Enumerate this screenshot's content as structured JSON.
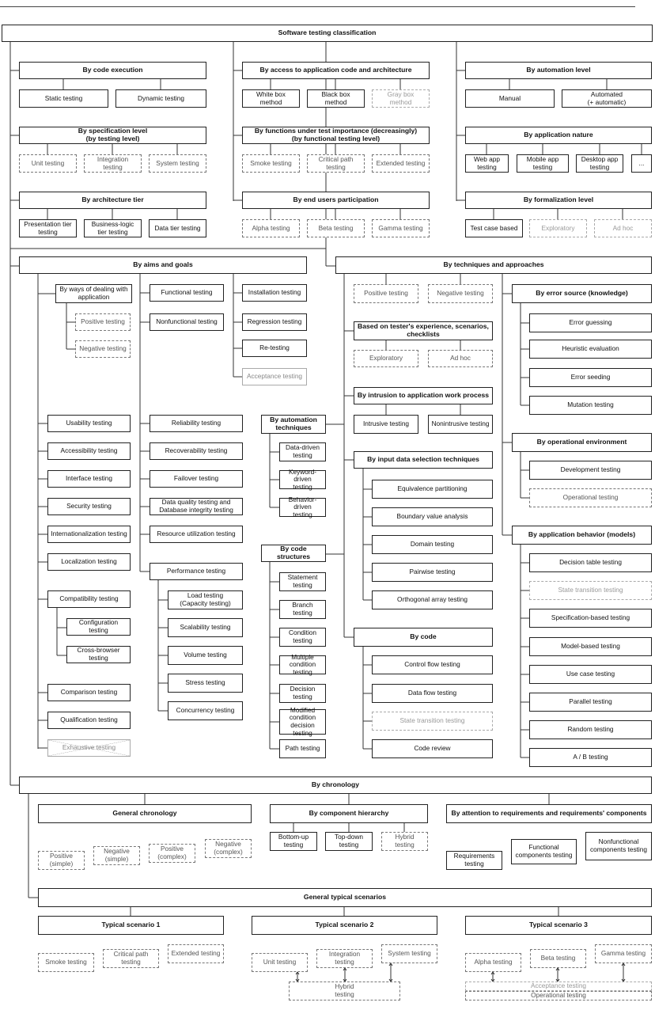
{
  "root": "Software testing classification",
  "code_exec": {
    "title": "By code execution",
    "items": [
      "Static testing",
      "Dynamic testing"
    ]
  },
  "access": {
    "title": "By access to application code and architecture",
    "items": [
      "White box\nmethod",
      "Black box\nmethod",
      "Gray box\nmethod"
    ]
  },
  "automation_level": {
    "title": "By automation level",
    "items": [
      "Manual",
      "Automated\n(+ automatic)"
    ]
  },
  "spec_level": {
    "title": "By specification level\n(by testing level)",
    "items": [
      "Unit testing",
      "Integration\ntesting",
      "System testing"
    ]
  },
  "functions_importance": {
    "title": "By functions under test importance (decreasingly)\n(by functional testing level)",
    "items": [
      "Smoke testing",
      "Critical path\ntesting",
      "Extended testing"
    ]
  },
  "app_nature": {
    "title": "By application nature",
    "items": [
      "Web app\ntesting",
      "Mobile app\ntesting",
      "Desktop app\ntesting",
      "..."
    ]
  },
  "arch_tier": {
    "title": "By architecture tier",
    "items": [
      "Presentation tier\ntesting",
      "Business-logic\ntier testing",
      "Data tier testing"
    ]
  },
  "end_users": {
    "title": "By end users participation",
    "items": [
      "Alpha testing",
      "Beta testing",
      "Gamma testing"
    ]
  },
  "formalization": {
    "title": "By formalization level",
    "items": [
      "Test case based",
      "Exploratory",
      "Ad hoc"
    ]
  },
  "aims": {
    "title": "By aims and goals",
    "ways": "By ways of dealing with\napplication",
    "ways_items": [
      "Positive testing",
      "Negative testing"
    ],
    "col_a": [
      "Usability testing",
      "Accessibility testing",
      "Interface testing",
      "Security testing",
      "Internationalization testing",
      "Localization testing",
      "Compatibility testing",
      "Comparison testing",
      "Qualification testing",
      "Exhaustive testing"
    ],
    "compat_items": [
      "Configuration\ntesting",
      "Cross-browser\ntesting"
    ],
    "col_b_top": [
      "Functional testing",
      "Nonfunctional testing"
    ],
    "col_b": [
      "Reliability testing",
      "Recoverability testing",
      "Failover testing",
      "Data quality testing and\nDatabase integrity testing",
      "Resource utilization testing",
      "Performance testing"
    ],
    "perf_items": [
      "Load testing\n(Capacity testing)",
      "Scalability testing",
      "Volume testing",
      "Stress testing",
      "Concurrency testing"
    ],
    "col_c": [
      "Installation testing",
      "Regression testing",
      "Re-testing",
      "Acceptance testing"
    ]
  },
  "techniques": {
    "title": "By techniques and approaches",
    "pos_neg": [
      "Positive testing",
      "Negative testing"
    ],
    "experience": {
      "title": "Based on tester's experience, scenarios,\nchecklists",
      "items": [
        "Exploratory",
        "Ad hoc"
      ]
    },
    "intrusion": {
      "title": "By intrusion to application work process",
      "items": [
        "Intrusive testing",
        "Nonintrusive testing"
      ]
    },
    "automation_tech": {
      "title": "By automation\ntechniques",
      "items": [
        "Data-driven\ntesting",
        "Keyword-driven\ntesting",
        "Behavior-driven\ntesting"
      ]
    },
    "input_data": {
      "title": "By input data selection techniques",
      "items": [
        "Equivalence partitioning",
        "Boundary value analysis",
        "Domain testing",
        "Pairwise testing",
        "Orthogonal array testing"
      ]
    },
    "code_structures": {
      "title": "By code structures",
      "items": [
        "Statement\ntesting",
        "Branch testing",
        "Condition testing",
        "Multiple\ncondition testing",
        "Decision testing",
        "Modified\ncondition\ndecision testing",
        "Path testing"
      ]
    },
    "by_code": {
      "title": "By code",
      "items": [
        "Control flow testing",
        "Data flow testing",
        "State transition testing",
        "Code review"
      ]
    },
    "error_source": {
      "title": "By error source (knowledge)",
      "items": [
        "Error guessing",
        "Heuristic evaluation",
        "Error seeding",
        "Mutation testing"
      ]
    },
    "op_env": {
      "title": "By operational environment",
      "items": [
        "Development testing",
        "Operational testing"
      ]
    },
    "app_behavior": {
      "title": "By application behavior (models)",
      "items": [
        "Decision table testing",
        "State transition testing",
        "Specification-based testing",
        "Model-based testing",
        "Use case testing",
        "Parallel testing",
        "Random testing",
        "A / B testing"
      ]
    }
  },
  "chronology": {
    "title": "By chronology",
    "general": {
      "title": "General chronology",
      "items": [
        "Positive\n(simple)",
        "Negative\n(simple)",
        "Positive\n(complex)",
        "Negative\n(complex)"
      ]
    },
    "component": {
      "title": "By component hierarchy",
      "items": [
        "Bottom-up\ntesting",
        "Top-down\ntesting",
        "Hybrid\ntesting"
      ]
    },
    "requirements": {
      "title": "By attention to requirements and requirements' components",
      "items": [
        "Requirements\ntesting",
        "Functional\ncomponents testing",
        "Nonfunctional\ncomponents testing"
      ]
    },
    "scenarios": {
      "title": "General typical scenarios",
      "s1": {
        "title": "Typical scenario 1",
        "items": [
          "Smoke testing",
          "Critical path\ntesting",
          "Extended testing"
        ]
      },
      "s2": {
        "title": "Typical scenario 2",
        "items": [
          "Unit testing",
          "Integration\ntesting",
          "System testing",
          "Hybrid\ntesting"
        ]
      },
      "s3": {
        "title": "Typical scenario 3",
        "items": [
          "Alpha testing",
          "Beta testing",
          "Gamma testing",
          "Acceptance testing",
          "Operational testing"
        ]
      }
    }
  }
}
